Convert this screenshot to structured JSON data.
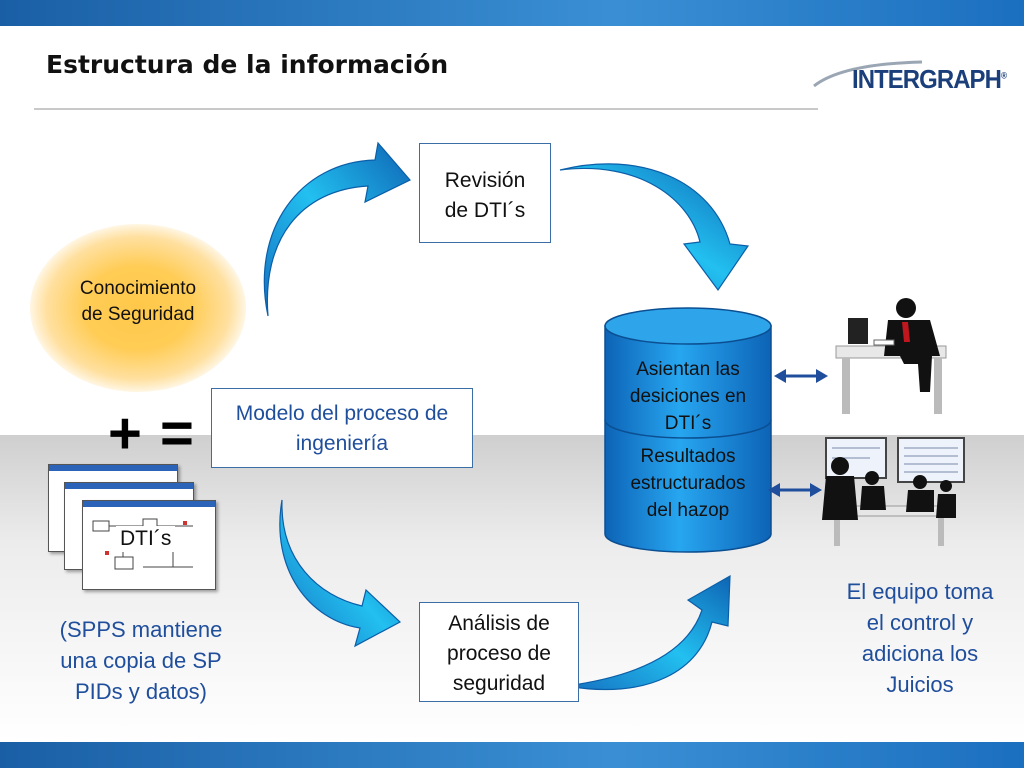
{
  "title": "Estructura de la información",
  "logo": {
    "text": "INTERGRAPH",
    "registered": "®"
  },
  "nodes": {
    "revision": [
      "Revisión",
      "de DTI´s"
    ],
    "conocimiento": [
      "Conocimiento",
      "de Seguridad"
    ],
    "modelo": [
      "Modelo del proceso de",
      "ingeniería"
    ],
    "dtis": "DTI´s",
    "analisis": [
      "Análisis de",
      "proceso de",
      "seguridad"
    ],
    "cylinder_top": [
      "Asientan las",
      "desiciones en",
      "DTI´s"
    ],
    "cylinder_bottom": [
      "Resultados",
      "estructurados",
      "del hazop"
    ]
  },
  "operators": {
    "plus": "+",
    "equals": "="
  },
  "notes": {
    "spps": [
      "(SPPS mantiene",
      "una copia de SP",
      "PIDs y datos)"
    ],
    "equipo": [
      "El equipo toma",
      "el control y",
      "adiciona los",
      "Juicios"
    ]
  },
  "icons": [
    "curved-arrow-icon",
    "double-arrow-icon",
    "person-at-desk-icon",
    "team-meeting-icon",
    "document-stack-icon"
  ],
  "colors": {
    "accent": "#1f4e9c",
    "arrow": "#1ab0e8",
    "cylinder": "#1a86d8",
    "glow": "#ffc84a"
  }
}
